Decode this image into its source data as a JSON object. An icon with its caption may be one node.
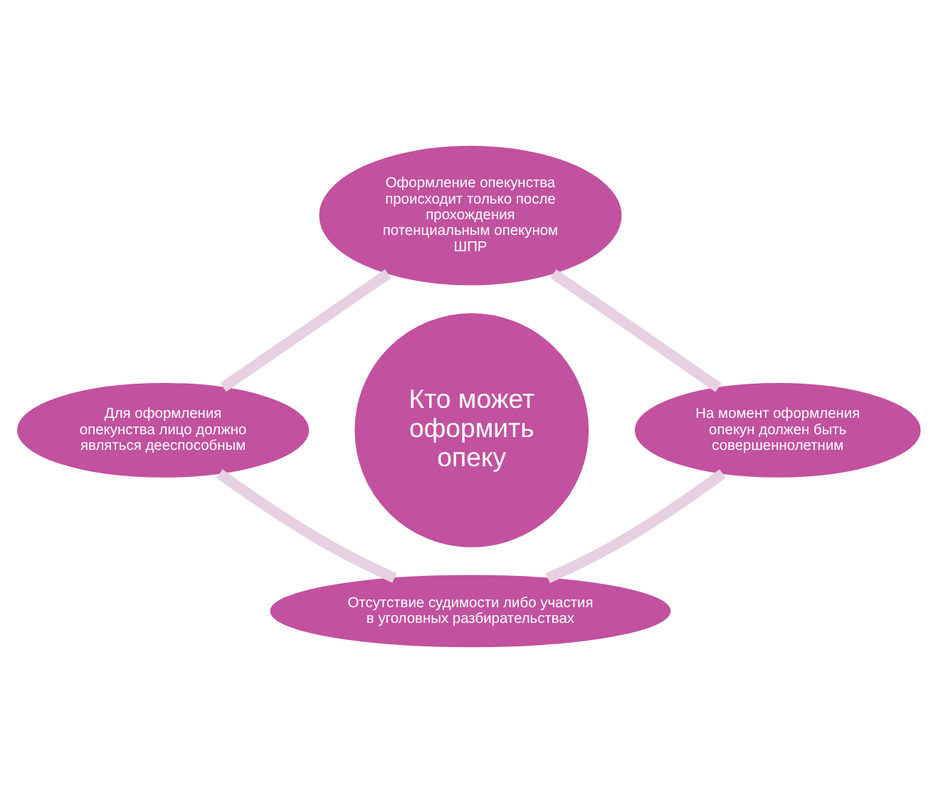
{
  "diagram": {
    "nodes": [
      {
        "text": [
          "Оформление опекунства происходит только после прохождения потенциальным опекуном ШПР"
        ]
      },
      {
        "text": [
          "Для оформления опекунства лицо должно являться дееспособным"
        ]
      },
      {
        "text": [
          "Кто может оформить опеку"
        ]
      },
      {
        "text": [
          "На момент оформления опекун должен быть совершеннолетним"
        ]
      },
      {
        "text": [
          "Отсутствие судимости либо участия в уголовных разбирательствах"
        ]
      }
    ],
    "edges": [
      {
        "from": 0,
        "to": 3,
        "arrow": "none"
      },
      {
        "from": 3,
        "to": 4,
        "arrow": "none"
      },
      {
        "from": 0,
        "to": 1,
        "arrow": "none"
      },
      {
        "from": 1,
        "to": 4,
        "arrow": "none"
      }
    ]
  }
}
